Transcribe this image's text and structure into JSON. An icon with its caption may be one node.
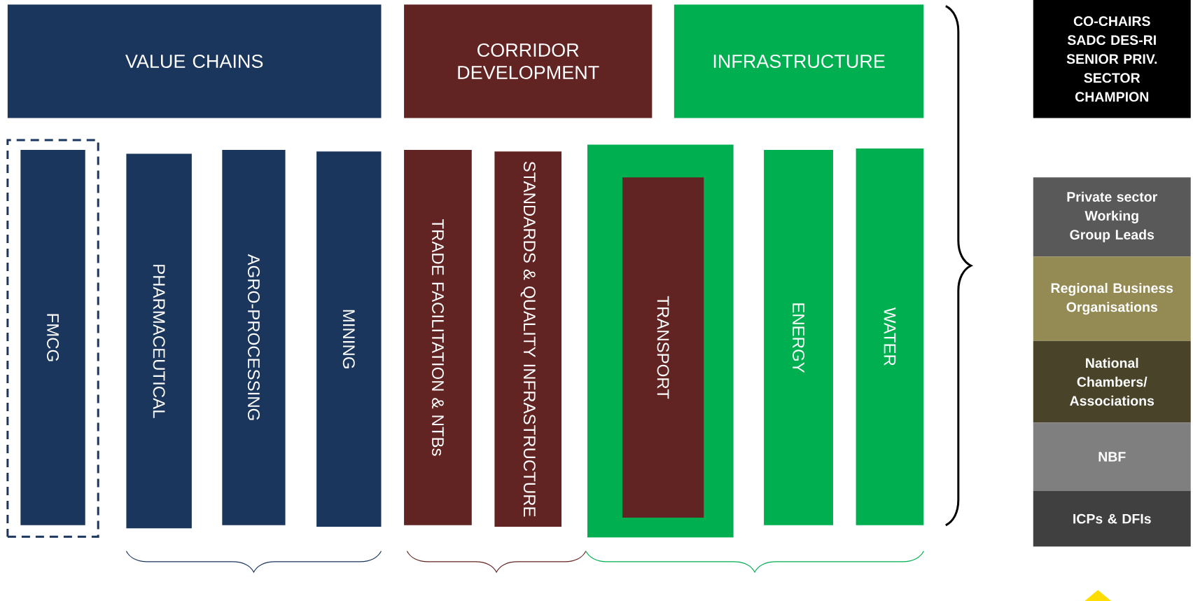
{
  "diagram": {
    "nodes": [
      {
        "text": [
          "VALUE CHAINS"
        ]
      },
      {
        "text": [
          "CORRIDOR DEVELOPMENT"
        ]
      },
      {
        "text": [
          "INFRASTRUCTURE"
        ]
      },
      {
        "text": [
          "CO-CHAIRS SADC DES-RI SENIOR PRIV. SECTOR CHAMPION"
        ]
      },
      {
        "text": [],
        "shape": "box"
      },
      {
        "text": [
          "FMCG"
        ],
        "in": 4
      },
      {
        "text": [
          "PHARMACEUTICAL"
        ]
      },
      {
        "text": [
          "AGRO-PROCESSING"
        ]
      },
      {
        "text": [
          "MINING"
        ]
      },
      {
        "text": [
          "TRADE FACILITATION & NTBs"
        ]
      },
      {
        "text": [
          "STANDARDS & QUALITY INFRASTRUCTURE"
        ]
      },
      {
        "text": [],
        "shape": "box"
      },
      {
        "text": [
          "TRANSPORT"
        ],
        "in": 11
      },
      {
        "text": [
          "ENERGY"
        ]
      },
      {
        "text": [
          "WATER"
        ]
      },
      {
        "text": [
          "Private sector Working Group Leads"
        ]
      },
      {
        "text": [
          "Regional Business Organisations"
        ]
      },
      {
        "text": [
          "National Chambers/ Associations"
        ]
      },
      {
        "text": [
          "NBF"
        ]
      },
      {
        "text": [
          "ICPs & DFIs"
        ]
      }
    ]
  }
}
